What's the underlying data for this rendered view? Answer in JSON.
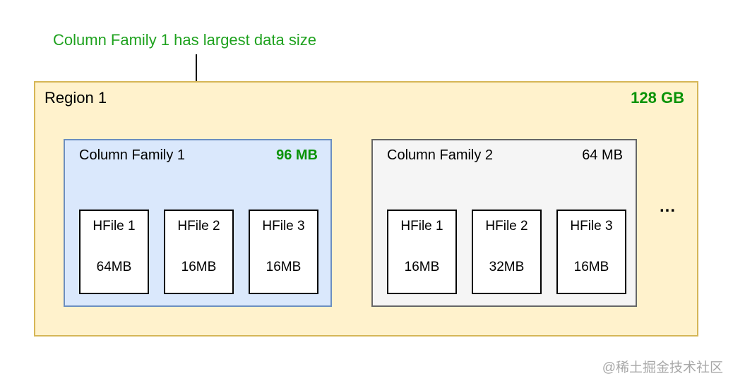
{
  "annotation": {
    "text": "Column Family 1 has largest data size"
  },
  "region": {
    "title": "Region 1",
    "size": "128 GB",
    "ellipsis": "...",
    "column_families": [
      {
        "title": "Column Family 1",
        "size": "96 MB",
        "highlighted": true,
        "hfiles": [
          {
            "name": "HFile 1",
            "size": "64MB"
          },
          {
            "name": "HFile 2",
            "size": "16MB"
          },
          {
            "name": "HFile 3",
            "size": "16MB"
          }
        ]
      },
      {
        "title": "Column Family 2",
        "size": "64 MB",
        "highlighted": false,
        "hfiles": [
          {
            "name": "HFile 1",
            "size": "16MB"
          },
          {
            "name": "HFile 2",
            "size": "32MB"
          },
          {
            "name": "HFile 3",
            "size": "16MB"
          }
        ]
      }
    ]
  },
  "watermark": "@稀土掘金技术社区",
  "colors": {
    "annotation_green": "#1FA21F",
    "size_green": "#0A9308",
    "region_fill": "#FFF2CC",
    "region_border": "#D6B656",
    "cf1_fill": "#DAE8FC",
    "cf1_border": "#6C8EBF",
    "cf2_fill": "#F5F5F5",
    "cf2_border": "#666666",
    "hfile_fill": "#FFFFFF",
    "hfile_border": "#000000",
    "watermark_gray": "#A8A8A8"
  }
}
